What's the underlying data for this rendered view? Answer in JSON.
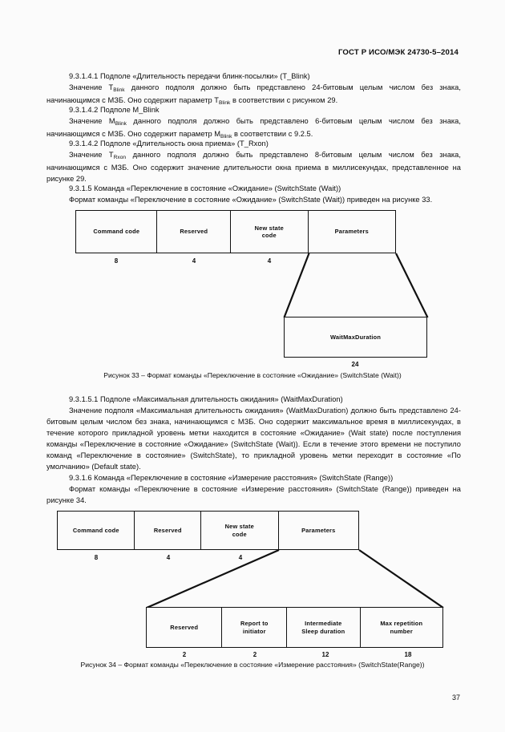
{
  "document": {
    "header": "ГОСТ Р ИСО/МЭК 24730-5–2014",
    "page_number": "37"
  },
  "sections": {
    "s_9_3_1_4_1_heading": "9.3.1.4.1 Подполе «Длительность передачи блинк-посылки» (T_Blink)",
    "s_9_3_1_4_1_body_a": "Значение T",
    "s_9_3_1_4_1_sub_a": "Blink",
    "s_9_3_1_4_1_body_b": " данного подполя должно быть представлено 24-битовым целым числом без знака, начинающимся с МЗБ. Оно содержит параметр T",
    "s_9_3_1_4_1_sub_b": "Blink",
    "s_9_3_1_4_1_body_c": " в соответствии с рисунком 29.",
    "s_9_3_1_4_2a_heading": "9.3.1.4.2 Подполе M_Blink",
    "s_9_3_1_4_2a_body_a": "Значение M",
    "s_9_3_1_4_2a_sub_a": "Blink",
    "s_9_3_1_4_2a_body_b": " данного подполя должно быть представлено 6-битовым целым числом без знака, начинающимся с МЗБ. Оно содержит параметр M",
    "s_9_3_1_4_2a_sub_b": "Blink",
    "s_9_3_1_4_2a_body_c": " в соответствии с 9.2.5.",
    "s_9_3_1_4_2b_heading": "9.3.1.4.2 Подполе «Длительность окна приема» (T_Rxon)",
    "s_9_3_1_4_2b_body_a": "Значение T",
    "s_9_3_1_4_2b_sub_a": "Rxon",
    "s_9_3_1_4_2b_body_b": " данного подполя должно быть представлено 8-битовым целым числом без знака, начинающимся с МЗБ. Оно содержит значение длительности окна приема в миллисекундах, представленное на рисунке 29.",
    "s_9_3_1_5_heading": "9.3.1.5 Команда «Переключение в состояние «Ожидание» (SwitchState (Wait))",
    "s_9_3_1_5_body": "Формат команды «Переключение в состояние «Ожидание» (SwitchState (Wait)) приведен на рисунке 33.",
    "s_9_3_1_5_1_heading": "9.3.1.5.1 Подполе «Максимальная длительность ожидания» (WaitMaxDuration)",
    "s_9_3_1_5_1_body": "Значение подполя «Максимальная длительность ожидания» (WaitMaxDuration) должно быть представлено 24-битовым целым числом без знака, начинающимся с МЗБ. Оно содержит максимальное время в миллисекундах, в течение которого прикладной уровень метки находится в состояние «Ожидание» (Wait state) после поступления команды «Переключение в состояние «Ожидание» (SwitchState (Wait)). Если в течение этого времени не поступило команд «Переключение в состояние» (SwitchState), то прикладной уровень метки переходит в состояние «По умолчанию» (Default state).",
    "s_9_3_1_6_heading": "9.3.1.6 Команда «Переключение в состояние «Измерение расстояния» (SwitchState (Range))",
    "s_9_3_1_6_body": "Формат команды «Переключение в состояние «Измерение расстояния» (SwitchState (Range)) приведен на рисунке 34."
  },
  "figure33": {
    "caption": "Рисунок 33 – Формат команды «Переключение в состояние «Ожидание» (SwitchState (Wait))",
    "top_row": {
      "cells": [
        {
          "label": "Command code",
          "width": "8"
        },
        {
          "label": "Reserved",
          "width": "4"
        },
        {
          "label": "New state\ncode",
          "width": "4"
        },
        {
          "label": "Parameters",
          "width": ""
        }
      ]
    },
    "detail_row": {
      "cells": [
        {
          "label": "WaitMaxDuration",
          "width": "24"
        }
      ]
    }
  },
  "figure34": {
    "caption": "Рисунок 34 – Формат команды «Переключение в состояние «Измерение расстояния» (SwitchState(Range))",
    "top_row": {
      "cells": [
        {
          "label": "Command code",
          "width": "8"
        },
        {
          "label": "Reserved",
          "width": "4"
        },
        {
          "label": "New state\ncode",
          "width": "4"
        },
        {
          "label": "Parameters",
          "width": ""
        }
      ]
    },
    "detail_row": {
      "cells": [
        {
          "label": "Reserved",
          "width": "2"
        },
        {
          "label": "Report to\ninitiator",
          "width": "2"
        },
        {
          "label": "Intermediate\nSleep duration",
          "width": "12"
        },
        {
          "label": "Max repetition\nnumber",
          "width": "18"
        }
      ]
    }
  }
}
